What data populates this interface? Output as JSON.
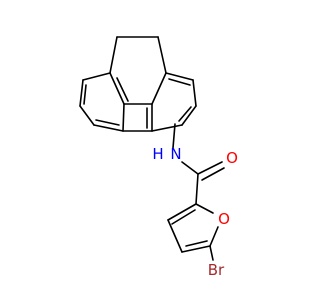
{
  "molecule": {
    "atoms": [
      {
        "id": "N",
        "label": "N",
        "color": "#0000ff"
      },
      {
        "id": "H",
        "label": "H",
        "color": "#0000ff"
      },
      {
        "id": "O_carbonyl",
        "label": "O",
        "color": "#ff0000"
      },
      {
        "id": "O_furan",
        "label": "O",
        "color": "#ff0000"
      },
      {
        "id": "Br",
        "label": "Br",
        "color": "#a52a2a"
      }
    ],
    "bond_color": "#000000"
  }
}
